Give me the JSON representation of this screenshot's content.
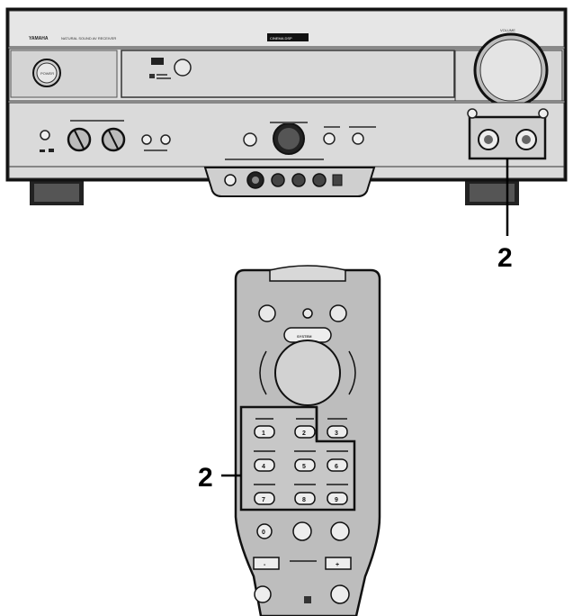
{
  "receiver": {
    "brand": "YAMAHA",
    "model_text": "NATURAL SOUND AV RECEIVER",
    "logo_badge": "CINEMA DSP",
    "power_label": "POWER",
    "volume_label": "VOLUME"
  },
  "remote": {
    "top_button": "SYSTEM",
    "keys": [
      "1",
      "2",
      "3",
      "4",
      "5",
      "6",
      "7",
      "8",
      "9"
    ],
    "bottom_keys": [
      "0",
      "+",
      "-"
    ]
  },
  "callouts": {
    "top": "2",
    "left": "2"
  }
}
